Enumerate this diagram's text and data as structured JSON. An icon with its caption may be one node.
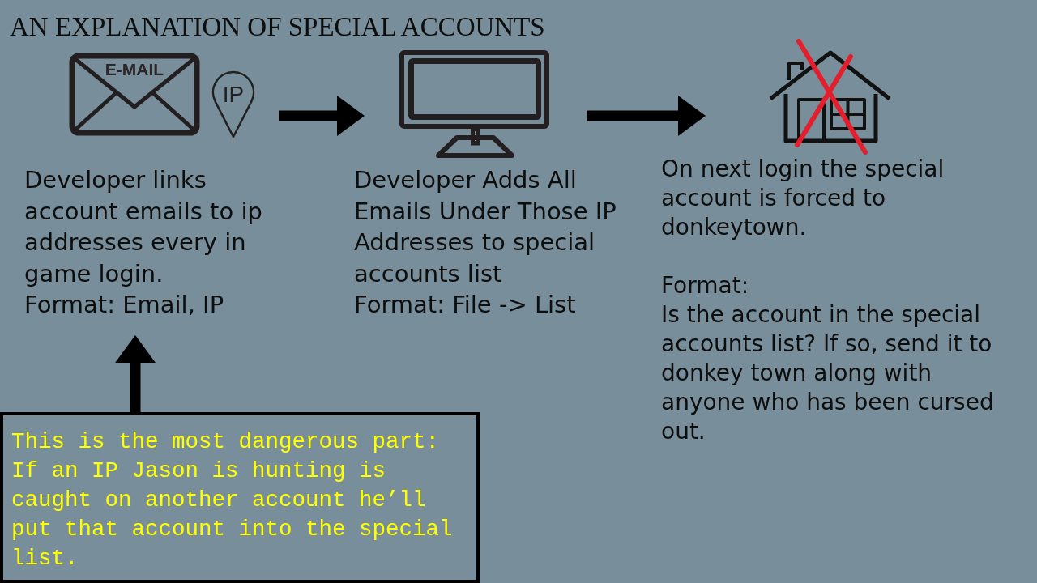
{
  "diagram": {
    "title": "AN EXPLANATION OF SPECIAL ACCOUNTS",
    "nodes": [
      {
        "text": [
          "Developer links account emails to ip addresses every in game login.",
          "Format: Email, IP"
        ]
      },
      {
        "text": [
          "Developer Adds All Emails Under Those IP Addresses to special accounts list",
          "Format: File -> List"
        ]
      },
      {
        "text": [
          "On next login the special account is forced to donkeytown.",
          "Format:",
          "Is the account in the special accounts list? If so, send it to donkey town along with anyone who has been cursed out."
        ]
      },
      {
        "text": [
          "This is the most dangerous part:",
          "If an IP Jason is hunting is caught on another account he’ll put that account into the special list."
        ]
      }
    ],
    "edges": [
      {
        "from": 0,
        "to": 1,
        "arrow": "to"
      },
      {
        "from": 1,
        "to": 2,
        "arrow": "to"
      },
      {
        "from": 3,
        "to": 0,
        "arrow": "to"
      }
    ],
    "labels": [
      "E-MAIL",
      "IP"
    ]
  }
}
